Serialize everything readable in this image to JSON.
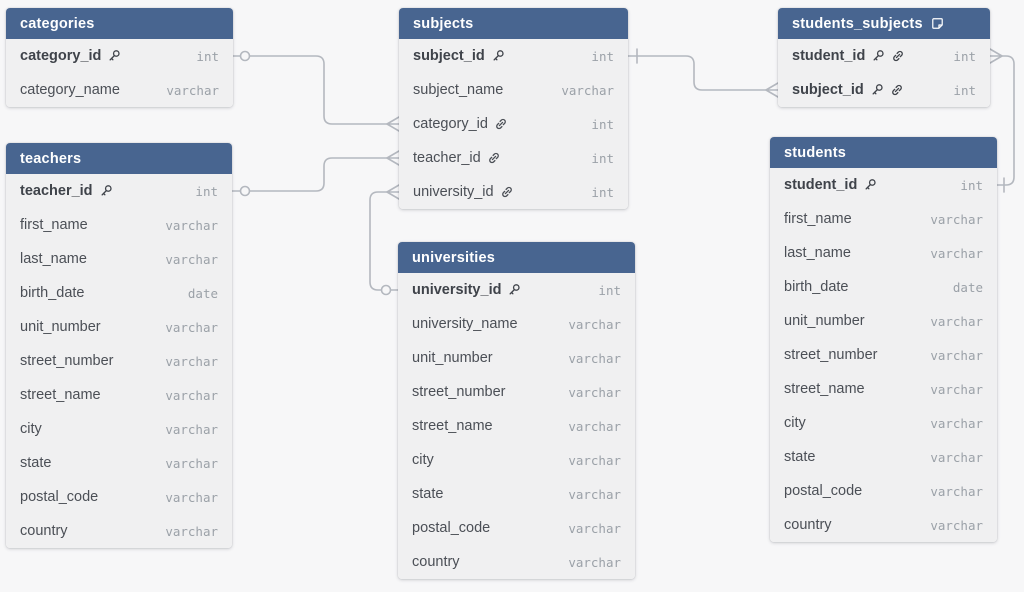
{
  "app": {
    "title": "database schema diagram"
  },
  "theme": {
    "canvas_bg": "#f7f7f8",
    "header_bg": "#486590",
    "header_text": "#ffffff",
    "row_bg": "#f0f0f1",
    "field_color": "#4b4f56",
    "pk_color": "#3f434a",
    "type_color": "#9ba1a8",
    "line_color": "#b4b8bf"
  },
  "tables": [
    {
      "name": "categories",
      "has_note": false,
      "columns": [
        {
          "name": "category_id",
          "type": "int",
          "pk": true,
          "fk": false
        },
        {
          "name": "category_name",
          "type": "varchar",
          "pk": false,
          "fk": false
        }
      ]
    },
    {
      "name": "teachers",
      "has_note": false,
      "columns": [
        {
          "name": "teacher_id",
          "type": "int",
          "pk": true,
          "fk": false
        },
        {
          "name": "first_name",
          "type": "varchar",
          "pk": false,
          "fk": false
        },
        {
          "name": "last_name",
          "type": "varchar",
          "pk": false,
          "fk": false
        },
        {
          "name": "birth_date",
          "type": "date",
          "pk": false,
          "fk": false
        },
        {
          "name": "unit_number",
          "type": "varchar",
          "pk": false,
          "fk": false
        },
        {
          "name": "street_number",
          "type": "varchar",
          "pk": false,
          "fk": false
        },
        {
          "name": "street_name",
          "type": "varchar",
          "pk": false,
          "fk": false
        },
        {
          "name": "city",
          "type": "varchar",
          "pk": false,
          "fk": false
        },
        {
          "name": "state",
          "type": "varchar",
          "pk": false,
          "fk": false
        },
        {
          "name": "postal_code",
          "type": "varchar",
          "pk": false,
          "fk": false
        },
        {
          "name": "country",
          "type": "varchar",
          "pk": false,
          "fk": false
        }
      ]
    },
    {
      "name": "subjects",
      "has_note": false,
      "columns": [
        {
          "name": "subject_id",
          "type": "int",
          "pk": true,
          "fk": false
        },
        {
          "name": "subject_name",
          "type": "varchar",
          "pk": false,
          "fk": false
        },
        {
          "name": "category_id",
          "type": "int",
          "pk": false,
          "fk": true
        },
        {
          "name": "teacher_id",
          "type": "int",
          "pk": false,
          "fk": true
        },
        {
          "name": "university_id",
          "type": "int",
          "pk": false,
          "fk": true
        }
      ]
    },
    {
      "name": "universities",
      "has_note": false,
      "columns": [
        {
          "name": "university_id",
          "type": "int",
          "pk": true,
          "fk": false
        },
        {
          "name": "university_name",
          "type": "varchar",
          "pk": false,
          "fk": false
        },
        {
          "name": "unit_number",
          "type": "varchar",
          "pk": false,
          "fk": false
        },
        {
          "name": "street_number",
          "type": "varchar",
          "pk": false,
          "fk": false
        },
        {
          "name": "street_name",
          "type": "varchar",
          "pk": false,
          "fk": false
        },
        {
          "name": "city",
          "type": "varchar",
          "pk": false,
          "fk": false
        },
        {
          "name": "state",
          "type": "varchar",
          "pk": false,
          "fk": false
        },
        {
          "name": "postal_code",
          "type": "varchar",
          "pk": false,
          "fk": false
        },
        {
          "name": "country",
          "type": "varchar",
          "pk": false,
          "fk": false
        }
      ]
    },
    {
      "name": "students_subjects",
      "has_note": true,
      "columns": [
        {
          "name": "student_id",
          "type": "int",
          "pk": true,
          "fk": true
        },
        {
          "name": "subject_id",
          "type": "int",
          "pk": true,
          "fk": true
        }
      ]
    },
    {
      "name": "students",
      "has_note": false,
      "columns": [
        {
          "name": "student_id",
          "type": "int",
          "pk": true,
          "fk": false
        },
        {
          "name": "first_name",
          "type": "varchar",
          "pk": false,
          "fk": false
        },
        {
          "name": "last_name",
          "type": "varchar",
          "pk": false,
          "fk": false
        },
        {
          "name": "birth_date",
          "type": "date",
          "pk": false,
          "fk": false
        },
        {
          "name": "unit_number",
          "type": "varchar",
          "pk": false,
          "fk": false
        },
        {
          "name": "street_number",
          "type": "varchar",
          "pk": false,
          "fk": false
        },
        {
          "name": "street_name",
          "type": "varchar",
          "pk": false,
          "fk": false
        },
        {
          "name": "city",
          "type": "varchar",
          "pk": false,
          "fk": false
        },
        {
          "name": "state",
          "type": "varchar",
          "pk": false,
          "fk": false
        },
        {
          "name": "postal_code",
          "type": "varchar",
          "pk": false,
          "fk": false
        },
        {
          "name": "country",
          "type": "varchar",
          "pk": false,
          "fk": false
        }
      ]
    }
  ],
  "connections": [
    {
      "from": "categories.category_id",
      "to": "subjects.category_id",
      "from_marker": "one-circle",
      "to_marker": "many"
    },
    {
      "from": "teachers.teacher_id",
      "to": "subjects.teacher_id",
      "from_marker": "one-circle",
      "to_marker": "many"
    },
    {
      "from": "universities.university_id",
      "to": "subjects.university_id",
      "from_marker": "one-circle",
      "to_marker": "many"
    },
    {
      "from": "subjects.subject_id",
      "to": "students_subjects.subject_id",
      "from_marker": "one-tick",
      "to_marker": "many"
    },
    {
      "from": "students.student_id",
      "to": "students_subjects.student_id",
      "from_marker": "one-tick",
      "to_marker": "many"
    }
  ]
}
